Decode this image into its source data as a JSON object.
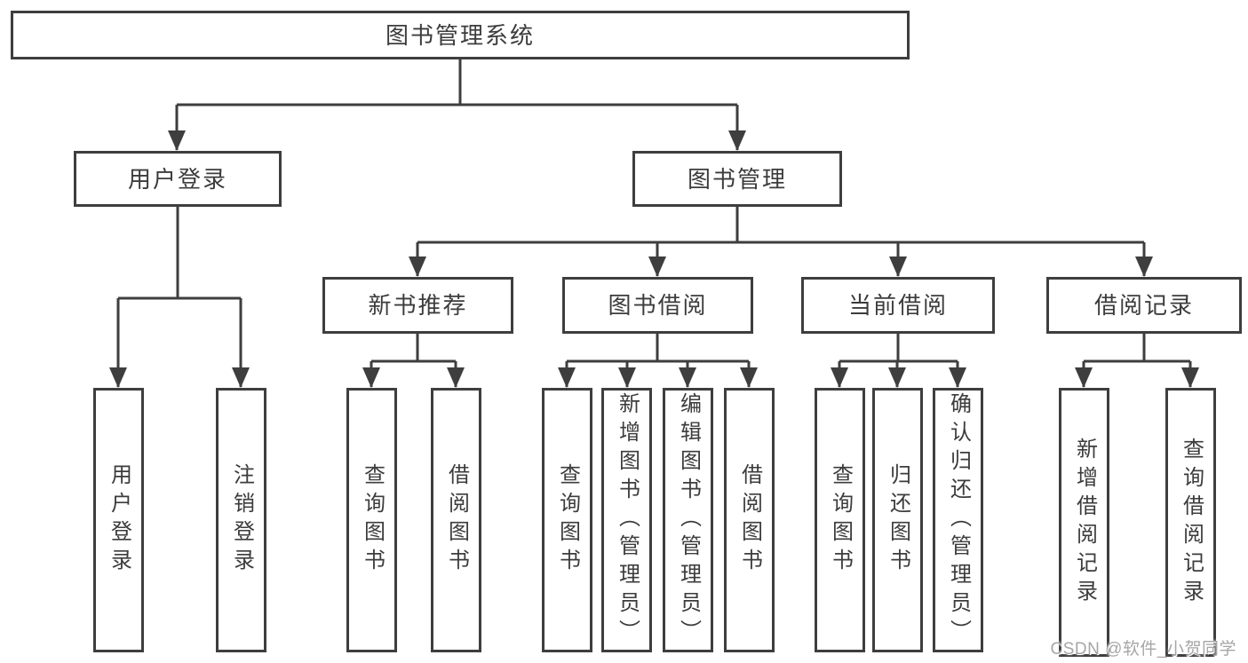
{
  "title": "图书管理系统",
  "watermark": "CSDN @软件_小贺同学",
  "colors": {
    "background": "#ffffff",
    "line": "#3e3e3e",
    "box_border": "#3e3e3e",
    "text": "#3c3c3c",
    "watermark": "#a6a6a6"
  },
  "tree": {
    "root": "图书管理系统",
    "branches": [
      {
        "label": "用户登录",
        "children": [
          "用户登录",
          "注销登录"
        ]
      },
      {
        "label": "图书管理",
        "groups": [
          {
            "label": "新书推荐",
            "children": [
              "查询图书",
              "借阅图书"
            ]
          },
          {
            "label": "图书借阅",
            "children": [
              "查询图书",
              "新增图书（管理员）",
              "编辑图书（管理员）",
              "借阅图书"
            ]
          },
          {
            "label": "当前借阅",
            "children": [
              "查询图书",
              "归还图书",
              "确认归还（管理员）"
            ]
          },
          {
            "label": "借阅记录",
            "children": [
              "新增借阅记录",
              "查询借阅记录"
            ]
          }
        ]
      }
    ]
  }
}
